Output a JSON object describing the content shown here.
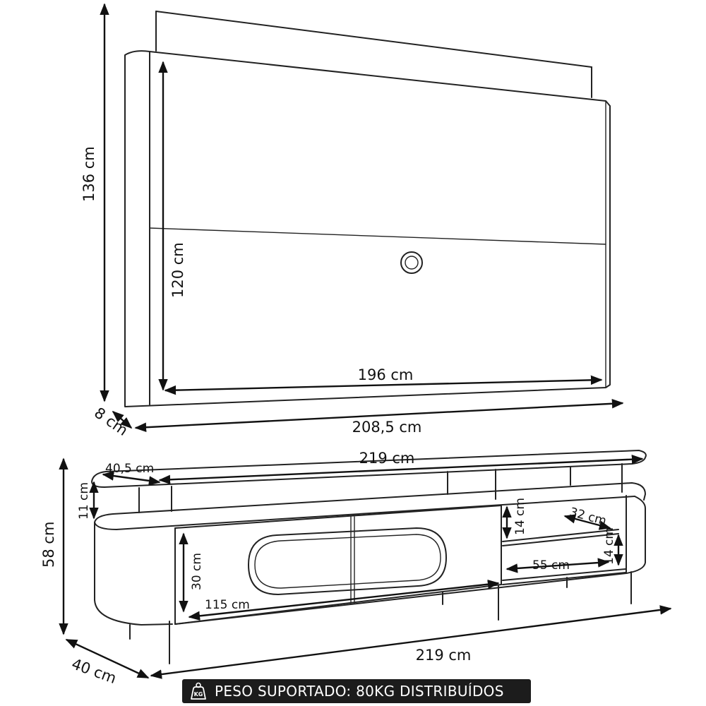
{
  "panel": {
    "height_total": "136 cm",
    "height_inner": "120 cm",
    "width_inner": "196 cm",
    "width_total": "208,5 cm",
    "depth": "8 cm"
  },
  "rack": {
    "top_width": "219 cm",
    "top_depth": "40,5 cm",
    "shelf_gap": "11 cm",
    "height_total": "58 cm",
    "door_height": "30 cm",
    "door_width": "115 cm",
    "niche_upper_height": "14 cm",
    "niche_lower_height": "14 cm",
    "niche_depth": "32 cm",
    "niche_width": "55 cm",
    "base_width": "219 cm",
    "base_depth": "40 cm"
  },
  "banner": {
    "icon": "kg-weight-icon",
    "text": "PESO SUPORTADO: 80KG DISTRIBUÍDOS",
    "background": "#1c1c1c",
    "text_color": "#ffffff"
  }
}
